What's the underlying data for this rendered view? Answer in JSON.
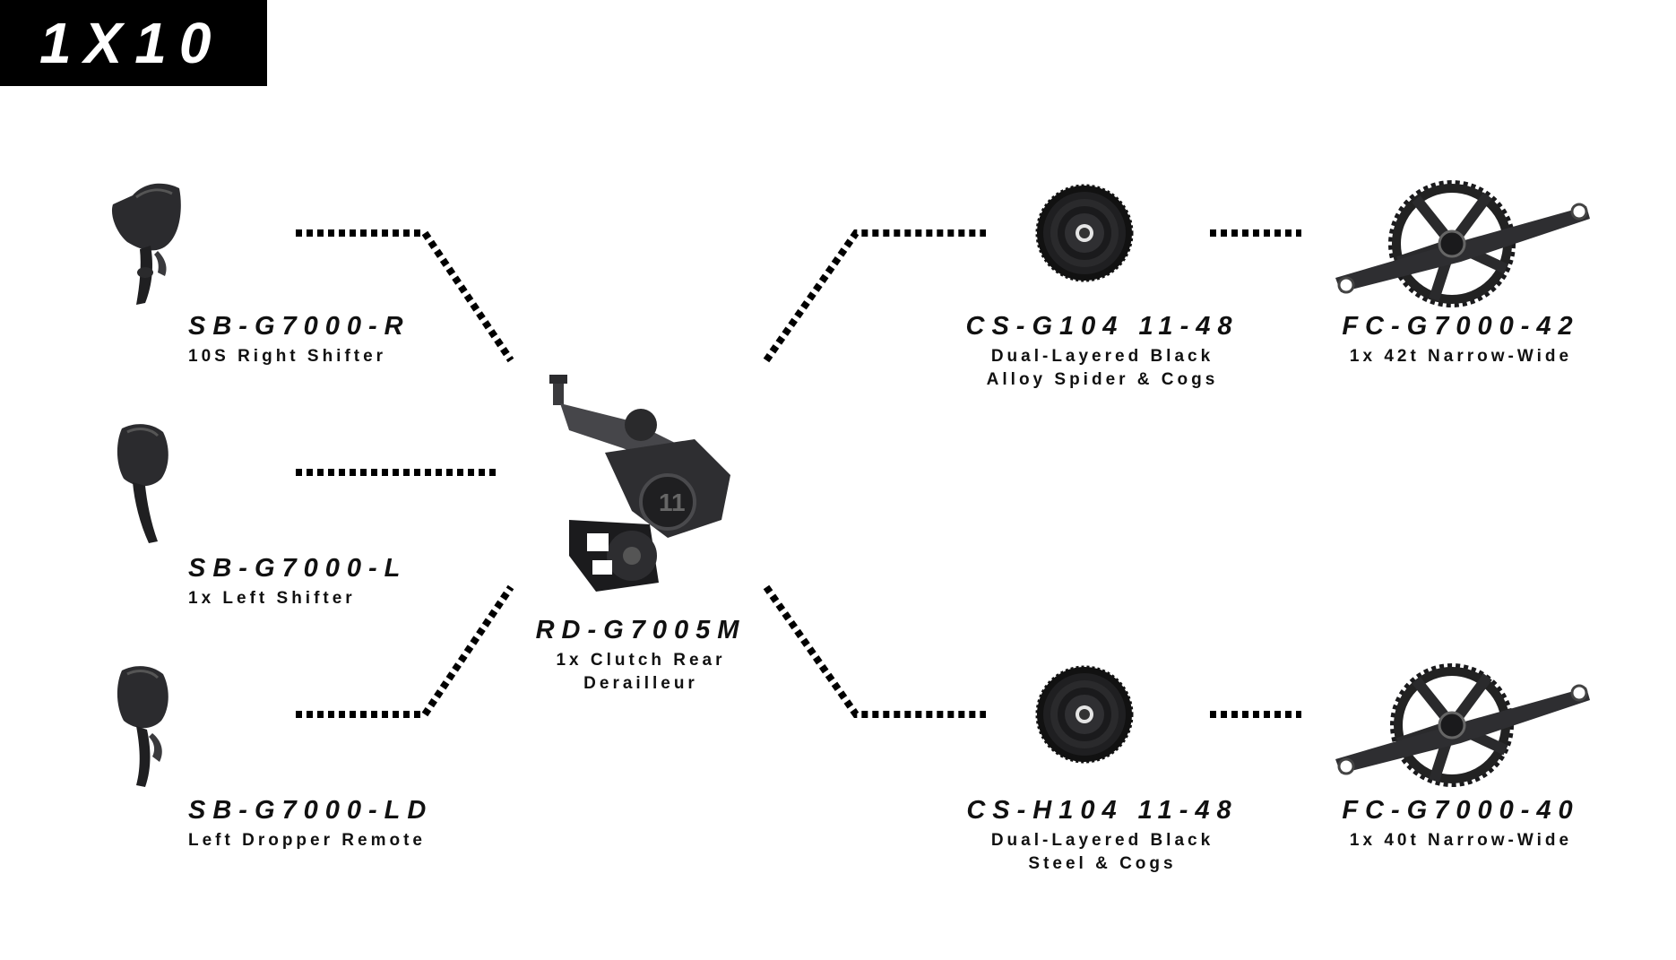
{
  "header": {
    "title": "1X10"
  },
  "parts": {
    "sb_r": {
      "name": "SB-G7000-R",
      "desc": "10S Right Shifter",
      "icon": "right-shifter-icon"
    },
    "sb_l": {
      "name": "SB-G7000-L",
      "desc": "1x Left Shifter",
      "icon": "left-shifter-icon"
    },
    "sb_ld": {
      "name": "SB-G7000-LD",
      "desc": "Left Dropper Remote",
      "icon": "dropper-remote-icon"
    },
    "rd": {
      "name": "RD-G7005M",
      "desc_line1": "1x Clutch Rear",
      "desc_line2": "Derailleur",
      "icon": "rear-derailleur-icon"
    },
    "cs_g": {
      "name": "CS-G104 11-48",
      "desc_line1": "Dual-Layered Black",
      "desc_line2": "Alloy Spider & Cogs",
      "icon": "cassette-icon"
    },
    "cs_h": {
      "name": "CS-H104 11-48",
      "desc_line1": "Dual-Layered Black",
      "desc_line2": "Steel & Cogs",
      "icon": "cassette-icon"
    },
    "fc_42": {
      "name": "FC-G7000-42",
      "desc": "1x 42t Narrow-Wide",
      "icon": "crankset-icon"
    },
    "fc_40": {
      "name": "FC-G7000-40",
      "desc": "1x 40t Narrow-Wide",
      "icon": "crankset-icon"
    }
  },
  "colors": {
    "accent": "#000000",
    "background": "#ffffff",
    "part_dark": "#1c1c1e",
    "part_mid": "#3a3a3d"
  }
}
